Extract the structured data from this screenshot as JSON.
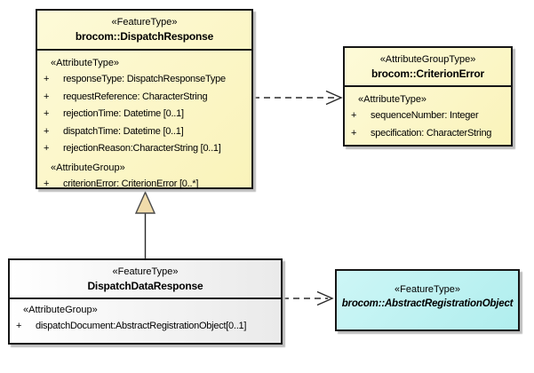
{
  "boxes": {
    "dispatch_response": {
      "stereotype": "«FeatureType»",
      "name": "brocom::DispatchResponse",
      "attr_header": "«AttributeType»",
      "attrs": [
        {
          "vis": "+",
          "text": "responseType: DispatchResponseType"
        },
        {
          "vis": "+",
          "text": "requestReference: CharacterString"
        },
        {
          "vis": "+",
          "text": "rejectionTime: Datetime [0..1]"
        },
        {
          "vis": "+",
          "text": "dispatchTime: Datetime [0..1]"
        },
        {
          "vis": "+",
          "text": "rejectionReason:CharacterString [0..1]"
        }
      ],
      "group_header": "«AttributeGroup»",
      "group_attrs": [
        {
          "vis": "+",
          "text": "criterionError: CriterionError [0..*]"
        }
      ]
    },
    "criterion_error": {
      "stereotype": "«AttributeGroupType»",
      "name": "brocom::CriterionError",
      "attr_header": "«AttributeType»",
      "attrs": [
        {
          "vis": "+",
          "text": "sequenceNumber: Integer"
        },
        {
          "vis": "+",
          "text": "specification: CharacterString"
        }
      ]
    },
    "dispatch_data_response": {
      "stereotype": "«FeatureType»",
      "name": "DispatchDataResponse",
      "group_header": "«AttributeGroup»",
      "group_attrs": [
        {
          "vis": "+",
          "text": "dispatchDocument:AbstractRegistrationObject[0..1]"
        }
      ]
    },
    "abstract_registration_object": {
      "stereotype": "«FeatureType»",
      "name": "brocom::AbstractRegistrationObject"
    }
  },
  "connectors": [
    {
      "type": "dependency",
      "style": "dashed-open-arrow",
      "from": "brocom::DispatchResponse",
      "to": "brocom::CriterionError"
    },
    {
      "type": "generalization",
      "style": "solid-triangle-arrow",
      "from": "DispatchDataResponse",
      "to": "brocom::DispatchResponse"
    },
    {
      "type": "dependency",
      "style": "dashed-open-arrow",
      "from": "DispatchDataResponse",
      "to": "brocom::AbstractRegistrationObject"
    }
  ],
  "colors": {
    "class_fill": "#fbf5c1",
    "neutral_fill": "#f0f0f0",
    "cyan_fill": "#bff2f2",
    "border": "#161616",
    "generalization_arrow_fill": "#f1dcab",
    "background": "#ffffff"
  }
}
